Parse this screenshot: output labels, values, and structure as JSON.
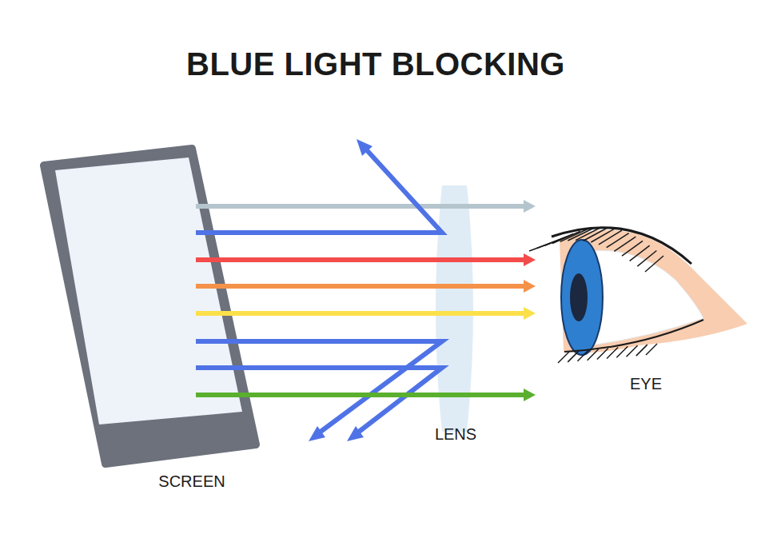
{
  "diagram": {
    "title": "BLUE LIGHT BLOCKING",
    "labels": [
      "EYE",
      "LENS",
      "SCREEN"
    ]
  }
}
